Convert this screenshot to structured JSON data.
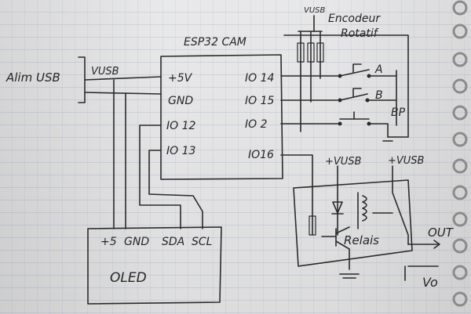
{
  "power": {
    "source_label": "Alim USB",
    "vusb": "VUSB"
  },
  "esp32": {
    "title": "ESP32 CAM",
    "pins_left": [
      "+5V",
      "GND",
      "IO 12",
      "IO 13"
    ],
    "pins_right": [
      "IO 14",
      "IO 15",
      "IO 2",
      "IO16"
    ]
  },
  "encoder": {
    "label_line1": "Encodeur",
    "label_line2": "Rotatif",
    "vusb": "VUSB",
    "pin_a": "A",
    "pin_b": "B",
    "bp": "BP"
  },
  "oled": {
    "pins": [
      "+5",
      "GND",
      "SDA",
      "SCL"
    ],
    "name": "OLED"
  },
  "relay": {
    "vusb_left": "+VUSB",
    "vusb_right": "+VUSB",
    "label": "Relais",
    "out": "OUT"
  },
  "misc": {
    "v_partial": "Vo"
  }
}
